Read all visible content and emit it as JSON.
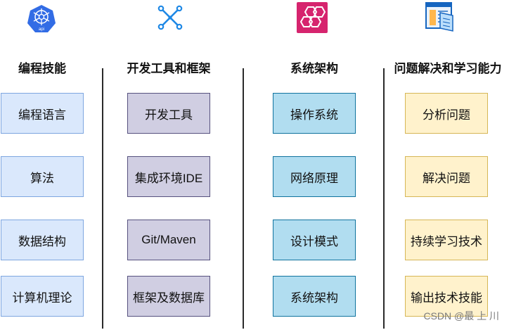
{
  "columns": [
    {
      "header": "编程技能",
      "icon": "kubernetes-api-icon",
      "items": [
        "编程语言",
        "算法",
        "数据结构",
        "计算机理论"
      ]
    },
    {
      "header": "开发工具和框架",
      "icon": "crossed-tools-icon",
      "items": [
        "开发工具",
        "集成环境IDE",
        "Git/Maven",
        "框架及数据库"
      ]
    },
    {
      "header": "系统架构",
      "icon": "hexagon-network-icon",
      "items": [
        "操作系统",
        "网络原理",
        "设计模式",
        "系统架构"
      ]
    },
    {
      "header": "问题解决和学习能力",
      "icon": "window-document-icon",
      "items": [
        "分析问题",
        "解决问题",
        "持续学习技术",
        "输出技术技能"
      ]
    }
  ],
  "icon_badge_text": "api",
  "watermark": "CSDN @最 上 川",
  "colors": {
    "col1_fill": "#dae8fc",
    "col2_fill": "#d0cee2",
    "col3_fill": "#b1ddf0",
    "col4_fill": "#fff2cc",
    "aws_pink": "#d6246e",
    "k8s_blue": "#326ce5"
  }
}
